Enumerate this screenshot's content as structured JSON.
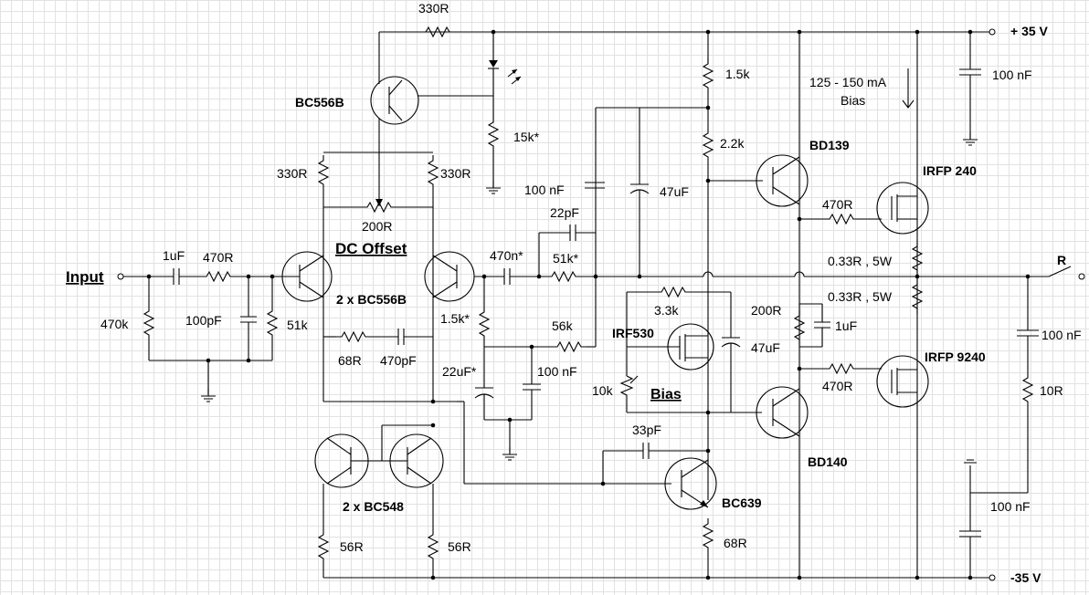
{
  "rails": {
    "pos": "+ 35 V",
    "neg": "-35 V"
  },
  "headings": {
    "input": "Input",
    "dc_offset": "DC Offset",
    "bias": "Bias",
    "output": "R"
  },
  "bias_note": {
    "line1": "125 - 150 mA",
    "line2": "Bias"
  },
  "parts": {
    "r_330_top": "330R",
    "q_bc556b": "BC556B",
    "r_15k": "15k*",
    "r_330_left": "330R",
    "r_330_right": "330R",
    "pot_200": "200R",
    "c_1u_in": "1uF",
    "r_470_in": "470R",
    "r_470k": "470k",
    "c_100p": "100pF",
    "r_51k": "51k",
    "pair_556": "2 x BC556B",
    "r_68": "68R",
    "c_470p": "470pF",
    "c_100n_a": "100 nF",
    "c_22p": "22pF",
    "c_470n": "470n*",
    "r_51k_fb": "51k*",
    "r_1_5k_star": "1.5k*",
    "r_56k": "56k",
    "c_22u": "22uF*",
    "c_100n_b": "100 nF",
    "c_47u_a": "47uF",
    "r_1_5k": "1.5k",
    "r_2_2k": "2.2k",
    "q_bd139": "BD139",
    "r_470_g1": "470R",
    "q_irfp240": "IRFP 240",
    "r_033_a": "0.33R , 5W",
    "r_033_b": "0.33R , 5W",
    "c_100n_top": "100 nF",
    "r_3_3k": "3.3k",
    "q_irf530": "IRF530",
    "pot_10k": "10k",
    "c_47u_b": "47uF",
    "r_200": "200R",
    "c_1u_b": "1uF",
    "r_470_g2": "470R",
    "q_irfp9240": "IRFP 9240",
    "q_bd140": "BD140",
    "c_33p": "33pF",
    "q_bc639": "BC639",
    "r_68_b": "68R",
    "pair_548": "2 x BC548",
    "r_56_a": "56R",
    "r_56_b": "56R",
    "c_100n_out": "100 nF",
    "r_10": "10R",
    "c_100n_bot": "100 nF"
  }
}
